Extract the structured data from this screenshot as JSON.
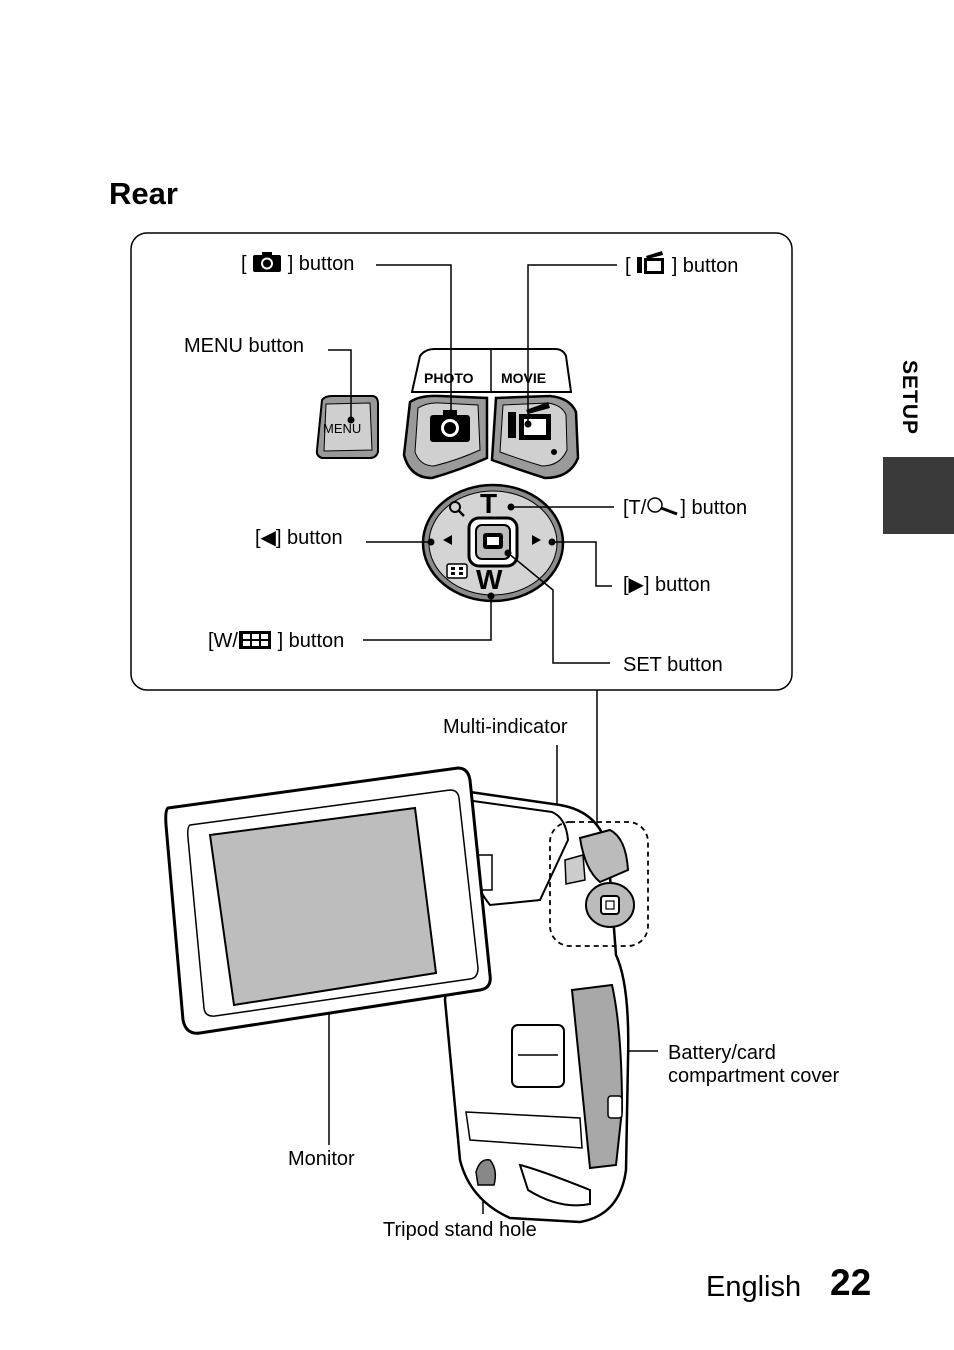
{
  "section_title": "Rear",
  "side_tab": "SETUP",
  "labels": {
    "photo_button": "] button",
    "movie_button": "] button",
    "menu_button": "MENU button",
    "tele_button": "] button",
    "left_button": "[◀] button",
    "right_button": "[▶] button",
    "wide_button": "] button",
    "set_button": "SET button",
    "multi_indicator": "Multi-indicator",
    "battery_cover_line1": "Battery/card",
    "battery_cover_line2": "compartment cover",
    "monitor": "Monitor",
    "tripod_hole": "Tripod stand hole"
  },
  "button_panel_text": {
    "photo": "PHOTO",
    "movie": "MOVIE",
    "menu": "MENU",
    "tele": "T",
    "wide": "W"
  },
  "icons": [
    "camera-icon",
    "movie-camera-icon",
    "magnifier-icon",
    "thumbnail-grid-icon",
    "left-arrow-icon",
    "right-arrow-icon"
  ],
  "footer": {
    "language": "English",
    "page_number": "22"
  }
}
